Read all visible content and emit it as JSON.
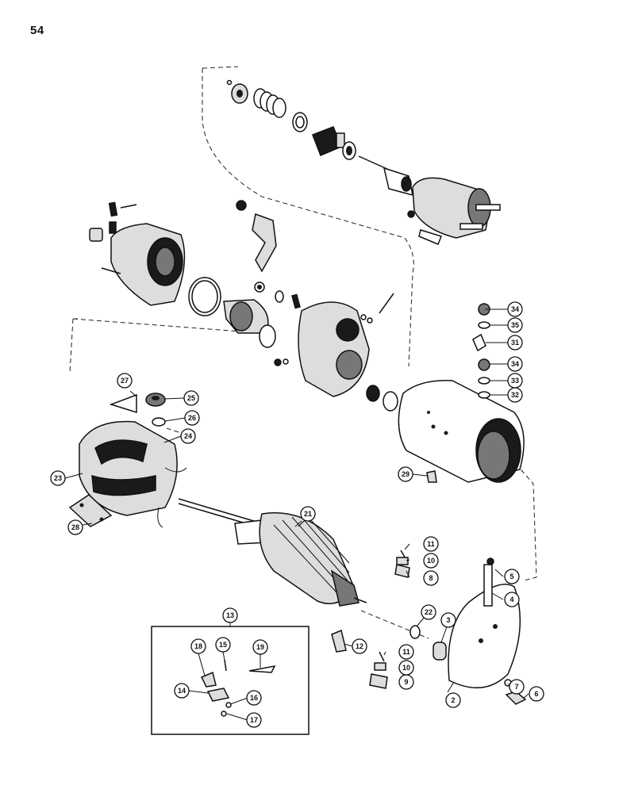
{
  "page": {
    "number": "54"
  },
  "callouts": [
    {
      "id": "c2",
      "label": "2"
    },
    {
      "id": "c3",
      "label": "3"
    },
    {
      "id": "c4",
      "label": "4"
    },
    {
      "id": "c5",
      "label": "5"
    },
    {
      "id": "c6",
      "label": "6"
    },
    {
      "id": "c7",
      "label": "7"
    },
    {
      "id": "c8",
      "label": "8"
    },
    {
      "id": "c9",
      "label": "9"
    },
    {
      "id": "c10a",
      "label": "10"
    },
    {
      "id": "c10b",
      "label": "10"
    },
    {
      "id": "c11a",
      "label": "11"
    },
    {
      "id": "c11b",
      "label": "11"
    },
    {
      "id": "c12",
      "label": "12"
    },
    {
      "id": "c13",
      "label": "13"
    },
    {
      "id": "c14",
      "label": "14"
    },
    {
      "id": "c15",
      "label": "15"
    },
    {
      "id": "c16",
      "label": "16"
    },
    {
      "id": "c17",
      "label": "17"
    },
    {
      "id": "c18",
      "label": "18"
    },
    {
      "id": "c19",
      "label": "19"
    },
    {
      "id": "c21",
      "label": "21"
    },
    {
      "id": "c22",
      "label": "22"
    },
    {
      "id": "c23",
      "label": "23"
    },
    {
      "id": "c24",
      "label": "24"
    },
    {
      "id": "c25",
      "label": "25"
    },
    {
      "id": "c26",
      "label": "26"
    },
    {
      "id": "c27",
      "label": "27"
    },
    {
      "id": "c28",
      "label": "28"
    },
    {
      "id": "c29",
      "label": "29"
    },
    {
      "id": "c31",
      "label": "31"
    },
    {
      "id": "c32",
      "label": "32"
    },
    {
      "id": "c33",
      "label": "33"
    },
    {
      "id": "c34a",
      "label": "34"
    },
    {
      "id": "c34b",
      "label": "34"
    },
    {
      "id": "c35",
      "label": "35"
    }
  ]
}
